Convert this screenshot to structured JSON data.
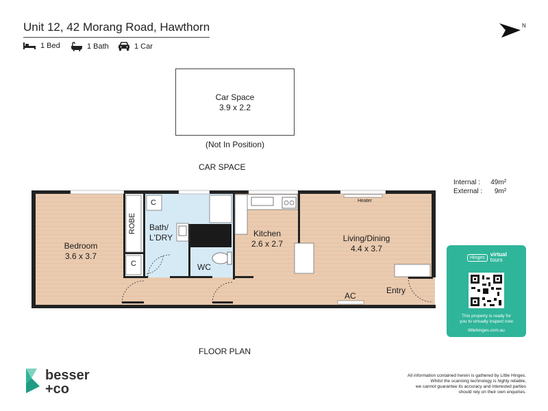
{
  "header": {
    "title": "Unit 12, 42 Morang Road, Hawthorn",
    "features": [
      {
        "icon": "bed-icon",
        "label": "1 Bed"
      },
      {
        "icon": "bath-icon",
        "label": "1 Bath"
      },
      {
        "icon": "car-icon",
        "label": "1 Car"
      }
    ],
    "north": "N"
  },
  "carspace": {
    "name": "Car Space",
    "dims": "3.9 x 2.2",
    "note": "(Not In Position)",
    "section_label": "CAR SPACE"
  },
  "areas": {
    "internal_label": "Internal :",
    "internal_value": "49m²",
    "external_label": "External :",
    "external_value": "9m²"
  },
  "rooms": {
    "bedroom": {
      "name": "Bedroom",
      "dims": "3.6 x 3.7"
    },
    "robe": "ROBE",
    "cupboard": "C",
    "bath": {
      "name": "Bath/",
      "name2": "L'DRY"
    },
    "wc": "WC",
    "kitchen": {
      "name": "Kitchen",
      "dims": "2.6 x 2.7"
    },
    "living": {
      "name": "Living/Dining",
      "dims": "4.4 x 3.7"
    },
    "heater": "Heater",
    "ac": "AC",
    "entry": "Entry"
  },
  "floorplan_label": "FLOOR PLAN",
  "qr_card": {
    "brand": "Hinges",
    "virtual": "virtual",
    "tours": "tours",
    "text1": "This property is ready for",
    "text2": "you to virtually inspect now",
    "url": "littlehinges.com.au"
  },
  "brand": {
    "line1": "besser",
    "line2": "+co"
  },
  "disclaimer": {
    "l1": "All information contained herein is gathered by Little Hinges.",
    "l2": "Whilst the scanning technology is highly reliable,",
    "l3": "we cannot guarantee its accuracy and interested parties",
    "l4": "should rely on their own enquiries."
  },
  "colors": {
    "floor": "#e9c9ae",
    "bath_floor": "#d6eaf6",
    "wall": "#222222",
    "qr_card": "#2fb59a",
    "brand_green": "#2fb59a"
  }
}
